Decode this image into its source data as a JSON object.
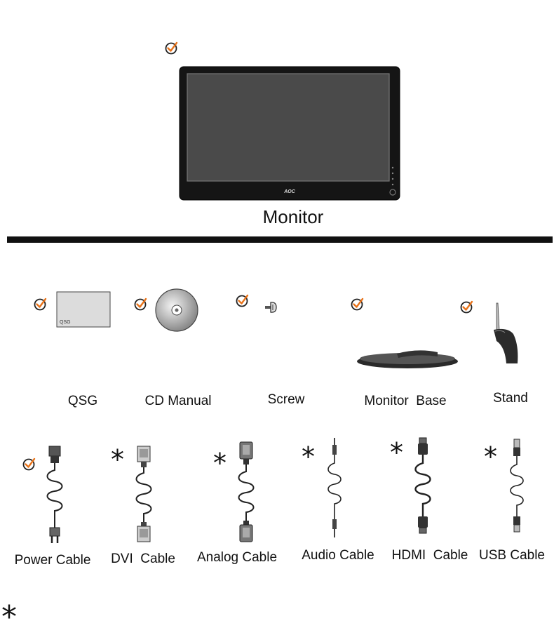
{
  "monitor": {
    "label": "Monitor",
    "logo_text": "AOC"
  },
  "accessories": [
    {
      "key": "qsg",
      "label": "QSG",
      "card_text": "QSG",
      "marker": "check"
    },
    {
      "key": "cd",
      "label": "CD Manual",
      "marker": "check"
    },
    {
      "key": "screw",
      "label": "Screw",
      "marker": "check"
    },
    {
      "key": "base",
      "label": "Monitor  Base",
      "marker": "check"
    },
    {
      "key": "stand",
      "label": "Stand",
      "marker": "check"
    }
  ],
  "cables": [
    {
      "key": "power",
      "label": "Power Cable",
      "marker": "check"
    },
    {
      "key": "dvi",
      "label": "DVI  Cable",
      "marker": "asterisk"
    },
    {
      "key": "analog",
      "label": "Analog Cable",
      "marker": "asterisk"
    },
    {
      "key": "audio",
      "label": "Audio Cable",
      "marker": "asterisk"
    },
    {
      "key": "hdmi",
      "label": "HDMI  Cable",
      "marker": "asterisk"
    },
    {
      "key": "usb",
      "label": "USB Cable",
      "marker": "asterisk"
    }
  ],
  "footnote": {
    "symbol": "*"
  },
  "colors": {
    "check_circle": "#222222",
    "check_tick": "#e8731a",
    "ink": "#111111",
    "screen": "#4a4a4a"
  }
}
